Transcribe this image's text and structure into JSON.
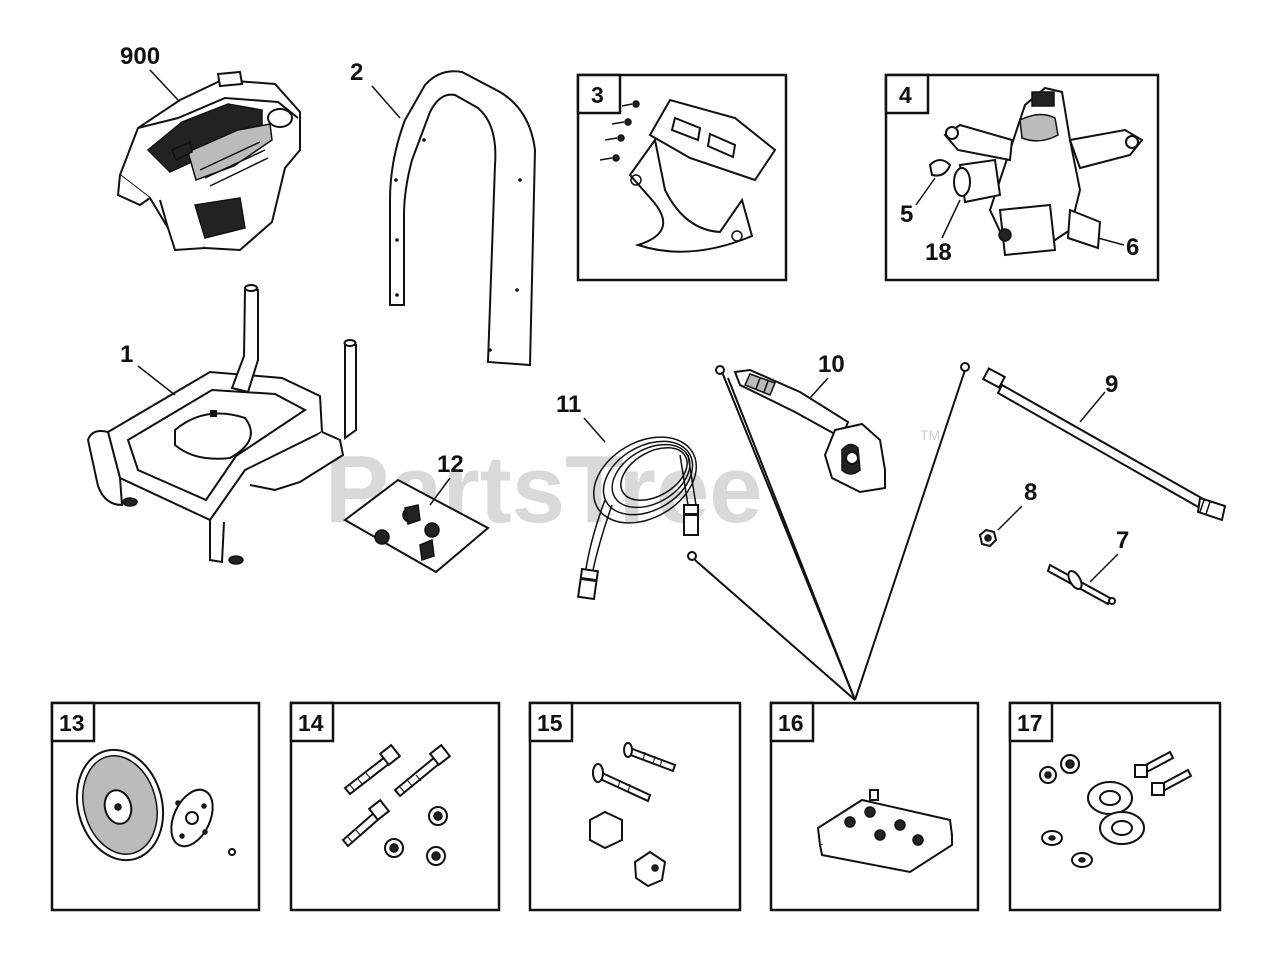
{
  "watermark": {
    "text": "PartsTree",
    "trademark": "TM"
  },
  "callouts": {
    "engine": "900",
    "frame": "1",
    "handle": "2",
    "nozzle_bracket": "3",
    "pump": "4",
    "pump_part_5": "5",
    "pump_part_6": "6",
    "pump_part_18": "18",
    "hose": "11",
    "hardware_bag": "12",
    "gun": "10",
    "wand": "9",
    "nut": "8",
    "axle": "7"
  },
  "kits": [
    {
      "label": "13",
      "icon": "wheel-kit-icon"
    },
    {
      "label": "14",
      "icon": "bolts-kit-icon"
    },
    {
      "label": "15",
      "icon": "bolt-grommet-kit-icon"
    },
    {
      "label": "16",
      "icon": "tip-holder-kit-icon"
    },
    {
      "label": "17",
      "icon": "bushing-kit-icon"
    }
  ]
}
